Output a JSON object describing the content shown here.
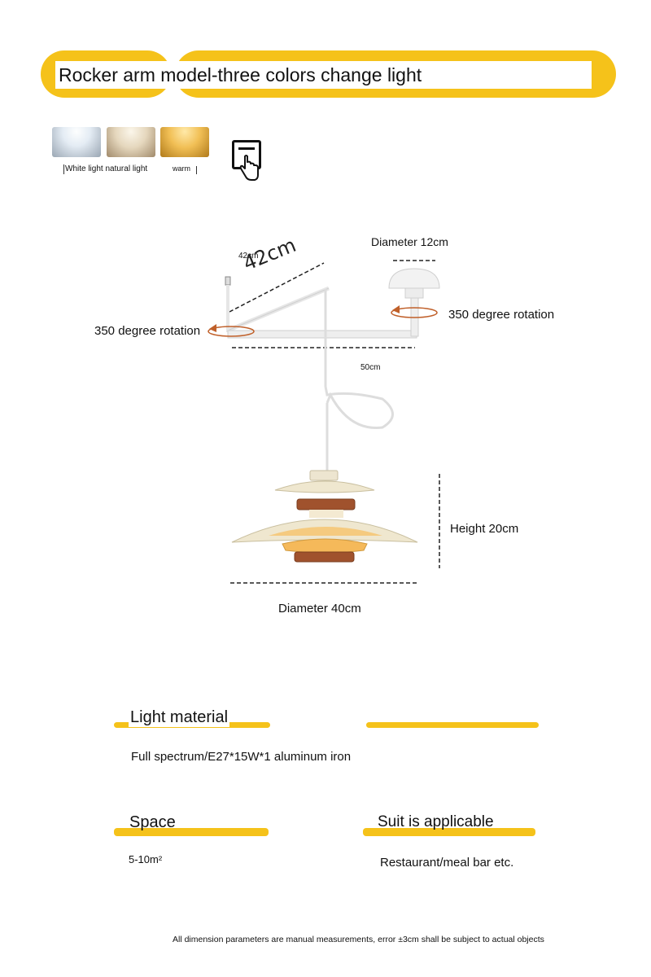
{
  "header": {
    "title": "Rocker arm model-three colors change light"
  },
  "light_colors": {
    "caption_left": "White light natural light",
    "caption_right": "warm",
    "swatches": [
      "#e4ecf4",
      "#e5d7bd",
      "#f1bf55"
    ]
  },
  "diagram": {
    "arm_length_label": "42cm",
    "arm_length_handwritten": "42cm",
    "canopy_diameter": "Diameter 12cm",
    "rotation_left": "350 degree rotation",
    "rotation_right": "350 degree rotation",
    "arm_span": "50cm",
    "lamp_height": "Height 20cm",
    "lamp_diameter": "Diameter 40cm"
  },
  "specs": {
    "material_title": "Light material",
    "material_text": "Full spectrum/E27*15W*1 aluminum   iron",
    "space_title": "Space",
    "space_text": "5-10m²",
    "suit_title": "Suit is applicable",
    "suit_text": "Restaurant/meal bar etc."
  },
  "footnote": "All dimension parameters are manual measurements, error ±3cm shall be subject to actual objects",
  "colors": {
    "accent": "#f5c21a",
    "arrow": "#c0602a",
    "wood": "#a0522d"
  }
}
